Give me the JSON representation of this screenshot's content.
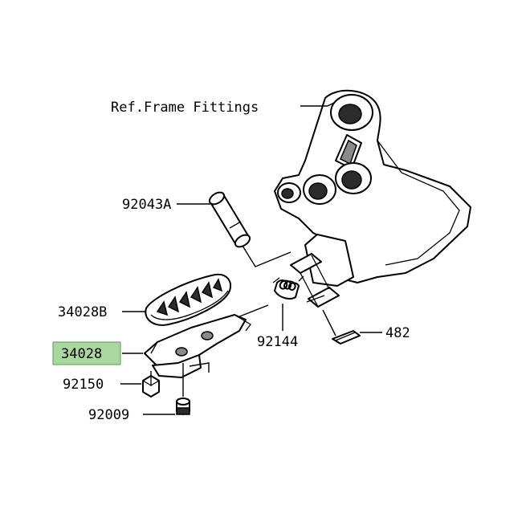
{
  "labels": {
    "frame_fittings": "Ref.Frame Fittings",
    "p92043a": "92043A",
    "p34028b": "34028B",
    "p34028": "34028",
    "p92150": "92150",
    "p92009": "92009",
    "p92144": "92144",
    "p482": "482"
  },
  "colors": {
    "highlight_fill": "#a8d8a0",
    "highlight_stroke": "#5f9a5a"
  }
}
